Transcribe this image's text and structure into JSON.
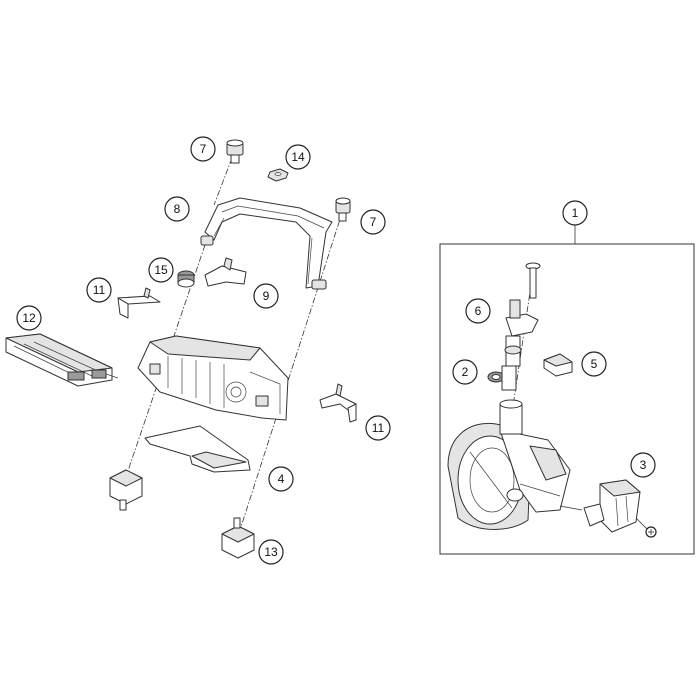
{
  "diagram": {
    "callouts": [
      {
        "id": "c1",
        "label": "1"
      },
      {
        "id": "c2",
        "label": "2"
      },
      {
        "id": "c3",
        "label": "3"
      },
      {
        "id": "c4",
        "label": "4"
      },
      {
        "id": "c5",
        "label": "5"
      },
      {
        "id": "c6",
        "label": "6"
      },
      {
        "id": "c7a",
        "label": "7"
      },
      {
        "id": "c7b",
        "label": "7"
      },
      {
        "id": "c8",
        "label": "8"
      },
      {
        "id": "c9",
        "label": "9"
      },
      {
        "id": "c11a",
        "label": "11"
      },
      {
        "id": "c11b",
        "label": "11"
      },
      {
        "id": "c12",
        "label": "12"
      },
      {
        "id": "c13",
        "label": "13"
      },
      {
        "id": "c14",
        "label": "14"
      },
      {
        "id": "c15",
        "label": "15"
      }
    ],
    "colors": {
      "line": "#333333",
      "background": "#ffffff"
    }
  }
}
